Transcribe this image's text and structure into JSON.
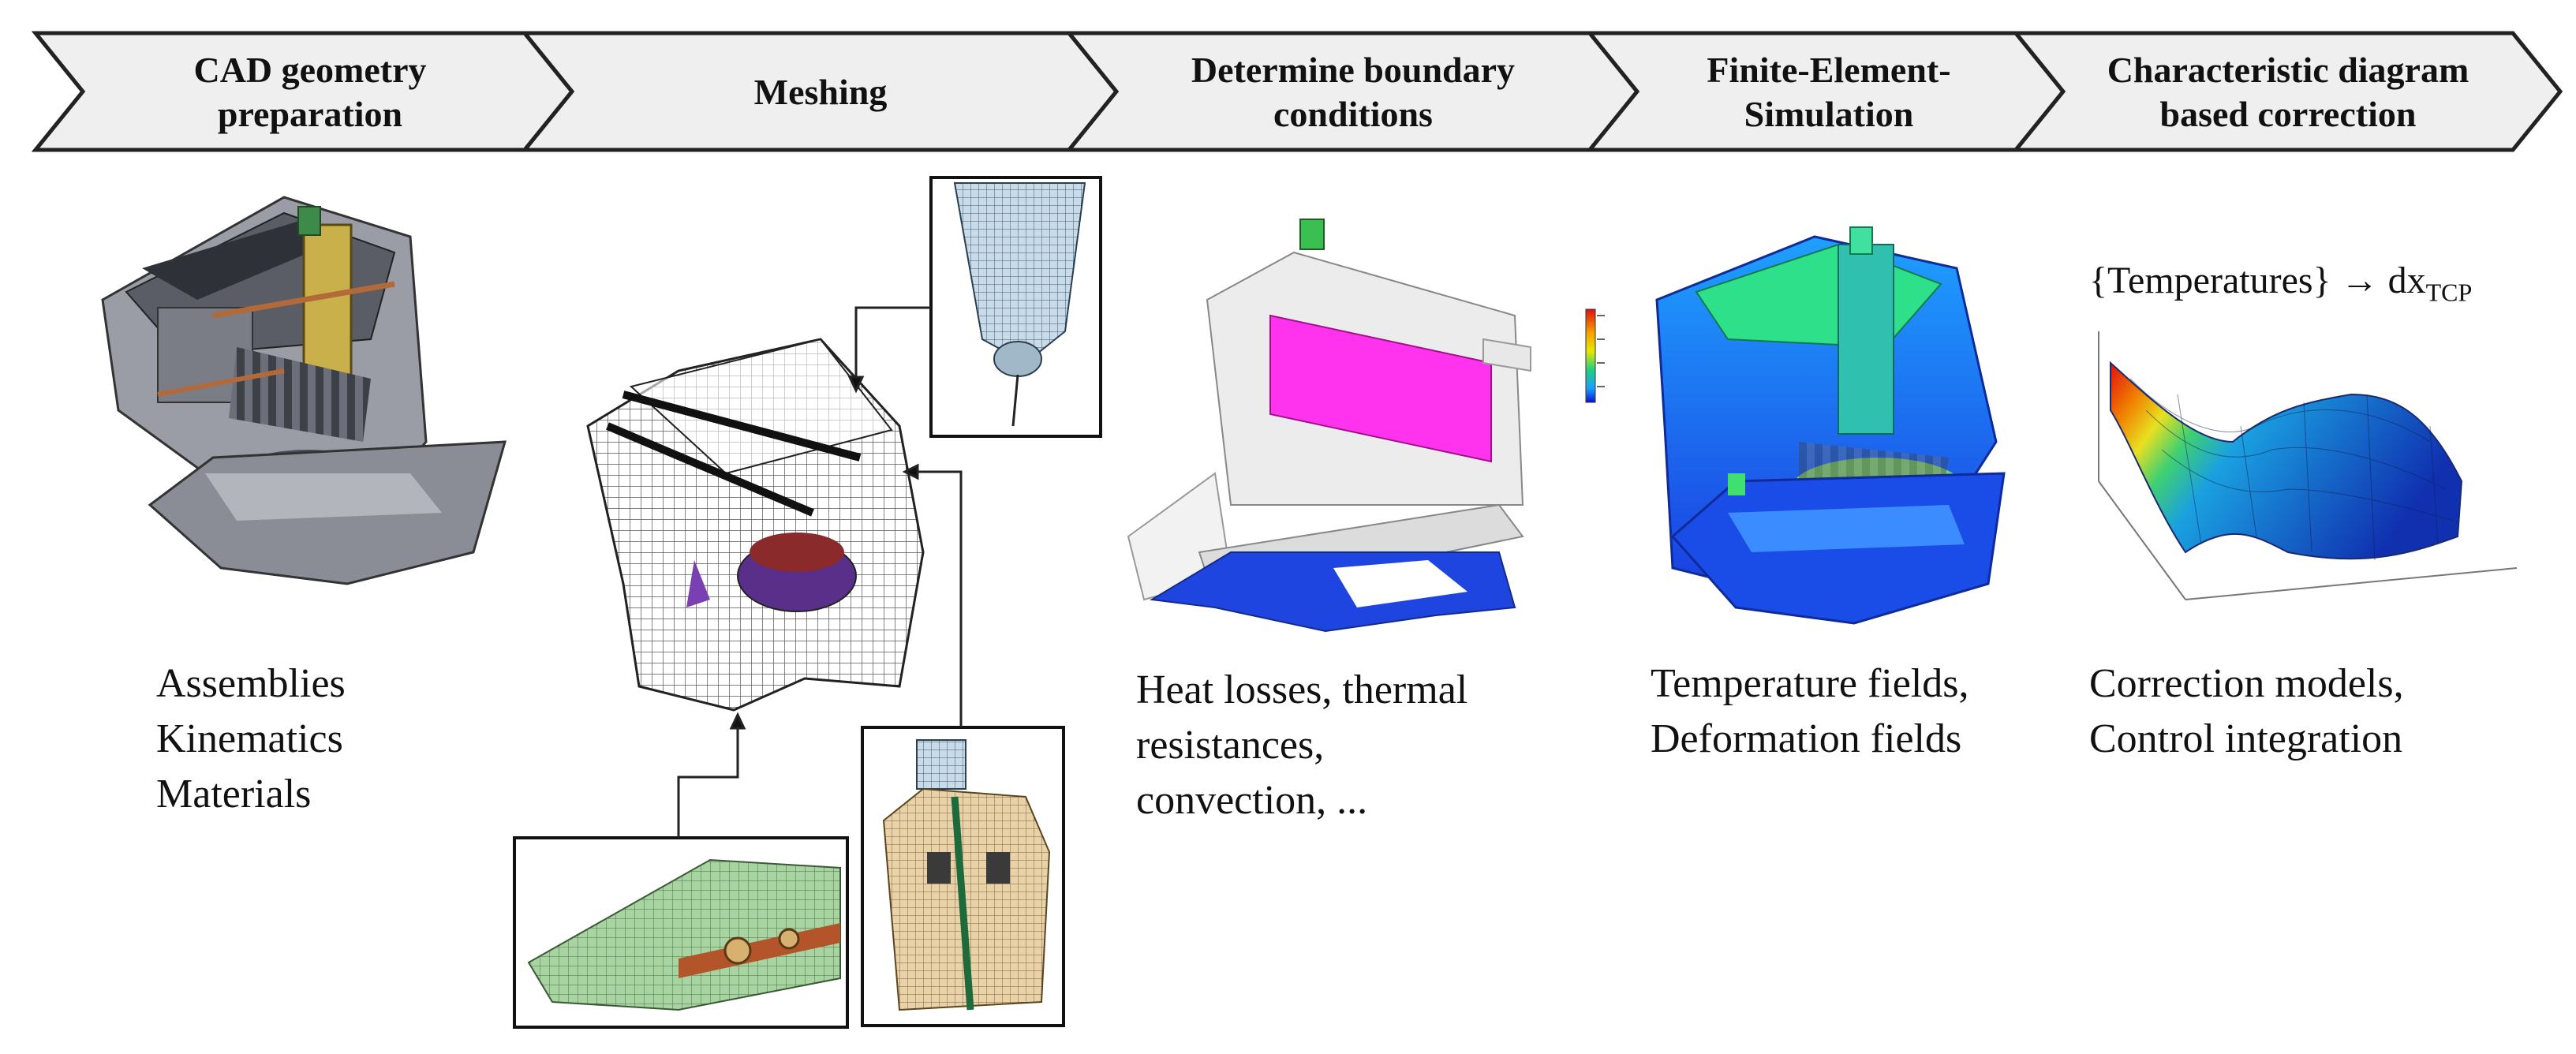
{
  "stages": [
    {
      "title_lines": [
        "CAD geometry",
        "preparation"
      ],
      "description_lines": [
        "Assemblies",
        "Kinematics",
        "Materials"
      ]
    },
    {
      "title_lines": [
        "Meshing"
      ],
      "description_lines": []
    },
    {
      "title_lines": [
        "Determine boundary",
        "conditions"
      ],
      "description_lines": [
        "Heat losses, thermal",
        "resistances,",
        "convection, ..."
      ]
    },
    {
      "title_lines": [
        "Finite-Element-",
        "Simulation"
      ],
      "description_lines": [
        "Temperature fields,",
        "Deformation fields"
      ]
    },
    {
      "title_lines": [
        "Characteristic diagram",
        "based correction"
      ],
      "description_lines": [
        "Correction models,",
        "Control integration"
      ]
    }
  ],
  "formula": {
    "text": "{Temperatures} → dx",
    "subscript": "TCP"
  },
  "colors": {
    "chevron_fill": "#efefef",
    "chevron_stroke": "#222222",
    "machine_grey": "#9a9ca6",
    "boundary_magenta": "#ff33ee",
    "boundary_blue": "#1f45e0",
    "sim_blue": "#1a4de8",
    "sim_green": "#2ee08a",
    "mesh_green": "#a7d4a0",
    "mesh_tan": "#e9d2a8"
  },
  "icons": [
    "cad-machine-image",
    "mesh-machine-image",
    "mesh-spindle-detail-image",
    "mesh-beam-detail-image",
    "mesh-head-detail-image",
    "boundary-model-image",
    "color-scale-legend",
    "fe-simulation-image",
    "surface-plot-image"
  ]
}
